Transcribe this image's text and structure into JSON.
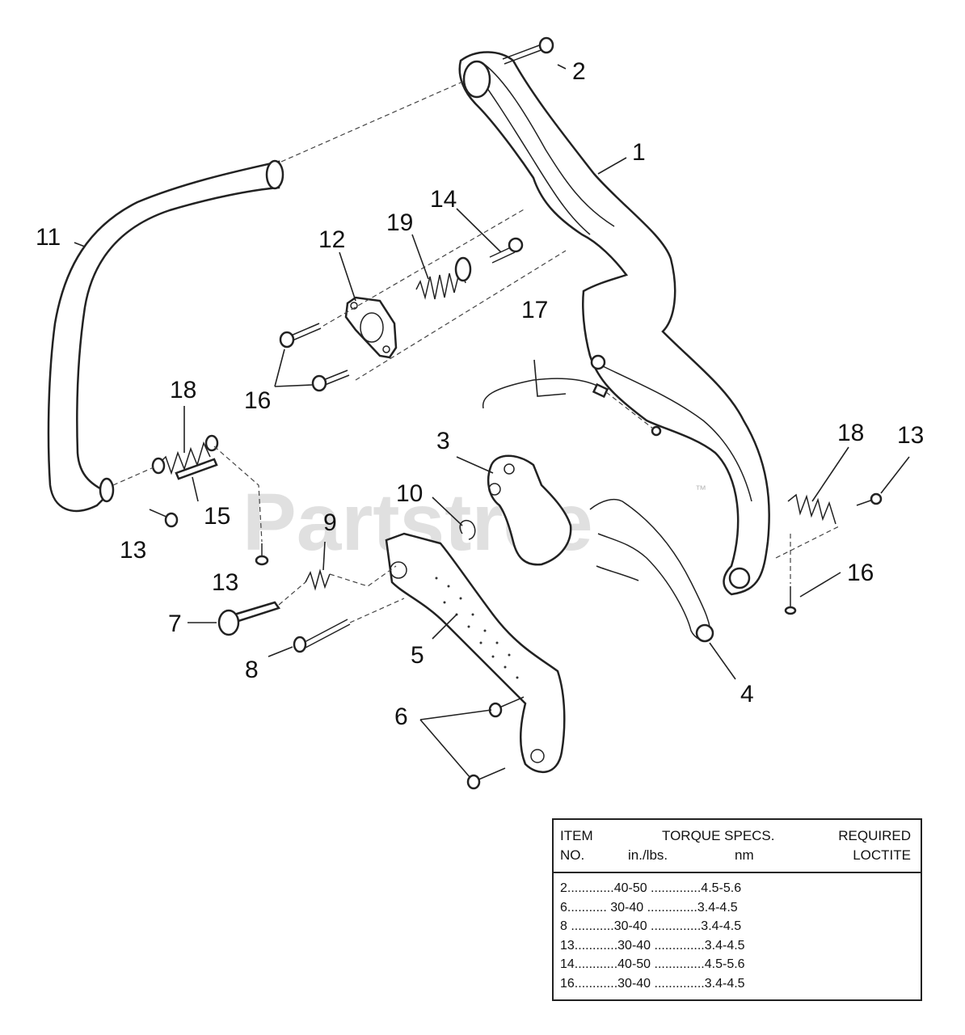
{
  "diagram": {
    "watermark": "Partstree",
    "trademark": "™",
    "callouts": {
      "c1": "1",
      "c2": "2",
      "c3": "3",
      "c4": "4",
      "c5": "5",
      "c6": "6",
      "c7": "7",
      "c8": "8",
      "c9": "9",
      "c10": "10",
      "c11": "11",
      "c12": "12",
      "c13a": "13",
      "c13b": "13",
      "c13c": "13",
      "c14": "14",
      "c15": "15",
      "c16a": "16",
      "c16b": "16",
      "c17": "17",
      "c18a": "18",
      "c18b": "18",
      "c19": "19"
    }
  },
  "torque_table": {
    "headers": {
      "item": "ITEM",
      "no": "NO.",
      "torque_specs": "TORQUE SPECS.",
      "in_lbs": "in./lbs.",
      "nm": "nm",
      "required": "REQUIRED",
      "loctite": "LOCTITE"
    },
    "rows": [
      "2.............40-50 ..............4.5-5.6",
      "6...........  30-40 ..............3.4-4.5",
      "8 ............30-40 ..............3.4-4.5",
      "13............30-40 ..............3.4-4.5",
      "14............40-50 ..............4.5-5.6",
      "16............30-40 ..............3.4-4.5"
    ]
  }
}
